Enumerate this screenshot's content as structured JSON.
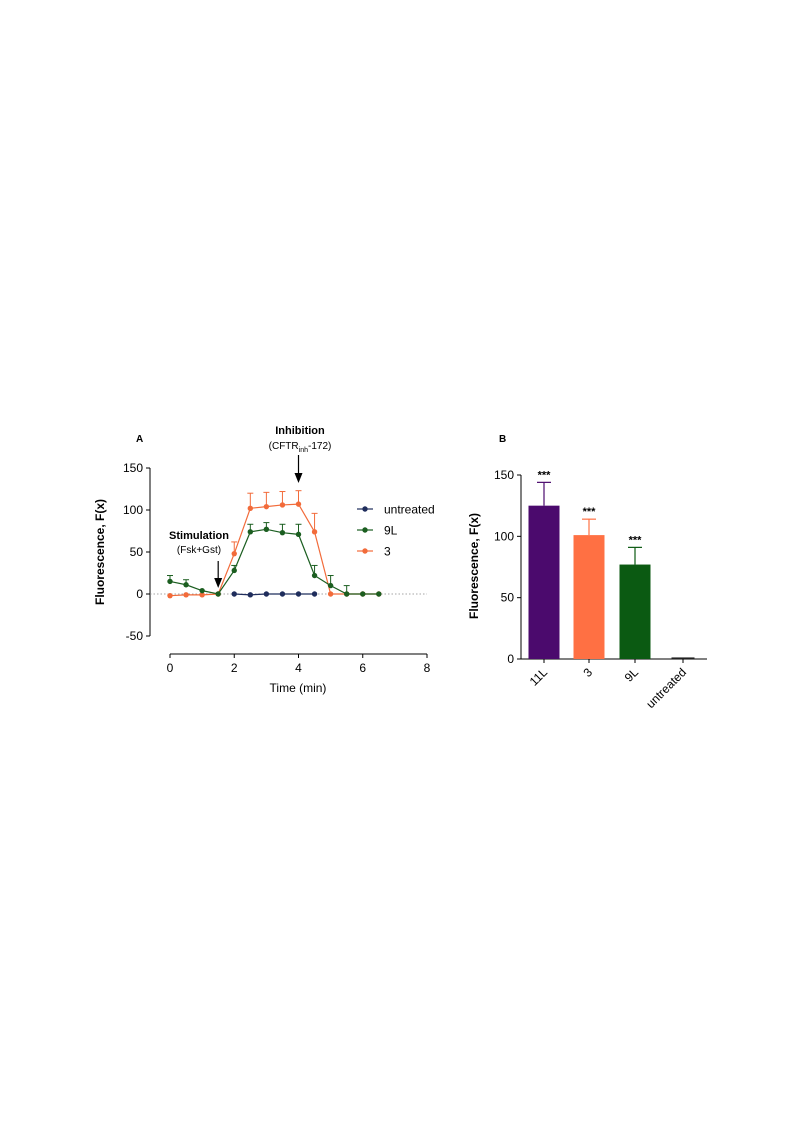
{
  "chart_data": [
    {
      "panel_label": "A",
      "type": "line",
      "xlabel": "Time (min)",
      "ylabel": "Fluorescence, F(x)",
      "xlim": [
        0,
        8
      ],
      "ylim": [
        -50,
        150
      ],
      "xticks": [
        0,
        2,
        4,
        6,
        8
      ],
      "yticks": [
        -50,
        0,
        50,
        100,
        150
      ],
      "zero_line": "dotted",
      "legend_position": "right",
      "series": [
        {
          "name": "untreated",
          "color": "#1f2d5c",
          "x": [
            2,
            2.5,
            3,
            3.5,
            4,
            4.5
          ],
          "y": [
            0,
            -1,
            0,
            0,
            0,
            0
          ],
          "err": [
            0,
            0,
            0,
            0,
            0,
            0
          ]
        },
        {
          "name": "9L",
          "color": "#1b5e20",
          "x": [
            0,
            0.5,
            1,
            1.5,
            2,
            2.5,
            3,
            3.5,
            4,
            4.5,
            5,
            5.5,
            6,
            6.5
          ],
          "y": [
            15,
            11,
            4,
            0,
            28,
            74,
            77,
            73,
            71,
            22,
            10,
            0,
            0,
            0
          ],
          "err": [
            7,
            6,
            0,
            0,
            6,
            9,
            8,
            10,
            12,
            12,
            12,
            10,
            0,
            0
          ]
        },
        {
          "name": "3",
          "color": "#f26b3a",
          "x": [
            0,
            0.5,
            1,
            1.5,
            2,
            2.5,
            3,
            3.5,
            4,
            4.5,
            5,
            5.5,
            6,
            6.5
          ],
          "y": [
            -2,
            -1,
            -1,
            0,
            48,
            102,
            104,
            106,
            107,
            74,
            0,
            0,
            0,
            0
          ],
          "err": [
            0,
            0,
            0,
            0,
            14,
            18,
            17,
            16,
            16,
            22,
            0,
            0,
            0,
            0
          ]
        }
      ],
      "annotations": [
        {
          "text": "Stimulation",
          "subtext": "(Fsk+Gst)",
          "x": 1.5
        },
        {
          "text": "Inhibition",
          "subtext": "(CFTR",
          "subscript": "inh",
          "subtext_after": "-172)",
          "x": 4
        }
      ]
    },
    {
      "panel_label": "B",
      "type": "bar",
      "ylabel": "Fluorescence, F(x)",
      "ylim": [
        0,
        150
      ],
      "yticks": [
        0,
        50,
        100,
        150
      ],
      "categories": [
        "11L",
        "3",
        "9L",
        "untreated"
      ],
      "values": [
        125,
        101,
        77,
        0
      ],
      "errors": [
        19,
        13,
        14,
        0
      ],
      "significance": [
        "***",
        "***",
        "***",
        ""
      ],
      "colors": [
        "#4b0a6d",
        "#ff7043",
        "#0b5a12",
        "#333333"
      ]
    }
  ]
}
